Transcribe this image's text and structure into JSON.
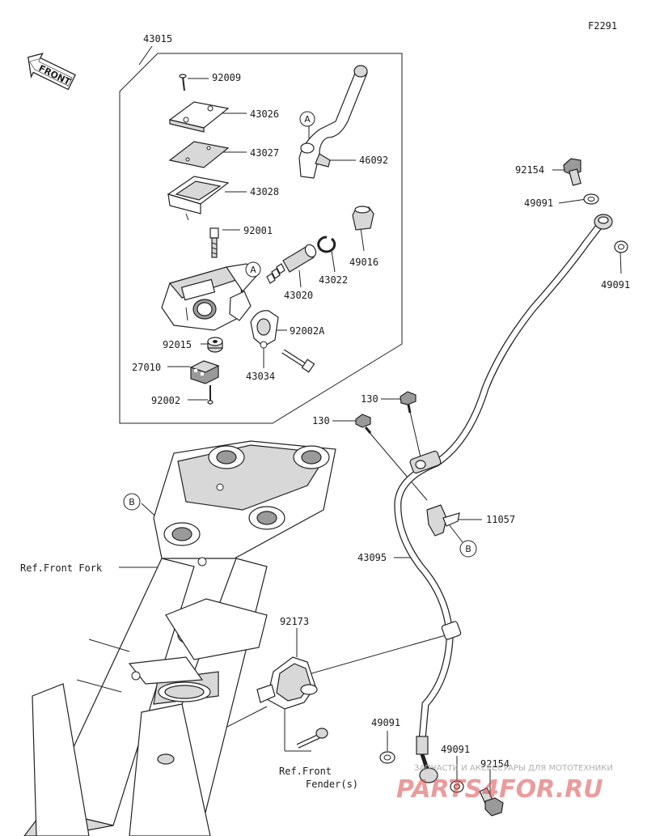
{
  "diagram_code": "F2291",
  "front_arrow_label": "FRONT",
  "callouts": {
    "p43015": "43015",
    "p92009": "92009",
    "p43026": "43026",
    "p43027": "43027",
    "p43028": "43028",
    "p92001": "92001",
    "p46092": "46092",
    "p49016": "49016",
    "p43022": "43022",
    "p43020": "43020",
    "p92002A": "92002A",
    "p92015": "92015",
    "p27010": "27010",
    "p92002": "92002",
    "p43034": "43034",
    "p92154_top": "92154",
    "p49091_a": "49091",
    "p49091_b": "49091",
    "p130_a": "130",
    "p130_b": "130",
    "p11057": "11057",
    "p43095": "43095",
    "p92173": "92173",
    "p49091_c": "49091",
    "p49091_d": "49091",
    "p92154_bottom": "92154"
  },
  "references": {
    "front_fork": "Ref.Front Fork",
    "front_fender_1": "Ref.Front",
    "front_fender_2": "Fender(s)"
  },
  "circle_marks": {
    "a1": "A",
    "a2": "A",
    "b1": "B",
    "b2": "B"
  },
  "watermark": {
    "line1": "ЗАПЧАСТИ И АКСЕССУАРЫ ДЛЯ МОТОТЕХНИКИ",
    "line2": "PARTS4FOR.RU"
  }
}
